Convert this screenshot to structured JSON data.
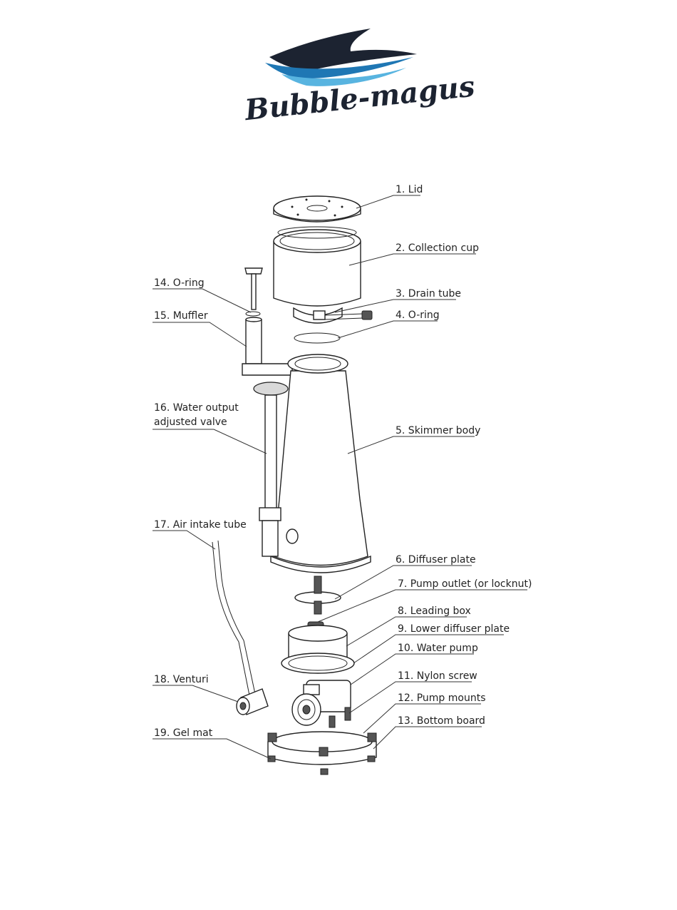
{
  "brand": {
    "name": "Bubble-magus",
    "colors": {
      "dark": "#1c2331",
      "blue": "#1f77b4",
      "light_blue": "#58b4e0"
    }
  },
  "parts": [
    {
      "id": "lid",
      "label": "1. Lid"
    },
    {
      "id": "collection-cup",
      "label": "2. Collection cup"
    },
    {
      "id": "drain-tube",
      "label": "3. Drain tube"
    },
    {
      "id": "o-ring-4",
      "label": "4. O-ring"
    },
    {
      "id": "skimmer-body",
      "label": "5. Skimmer body"
    },
    {
      "id": "diffuser-plate",
      "label": "6. Diffuser plate"
    },
    {
      "id": "pump-outlet",
      "label": "7. Pump outlet (or locknut)"
    },
    {
      "id": "leading-box",
      "label": "8. Leading box"
    },
    {
      "id": "lower-diffuser-plate",
      "label": "9. Lower diffuser plate"
    },
    {
      "id": "water-pump",
      "label": "10. Water pump"
    },
    {
      "id": "nylon-screw",
      "label": "11. Nylon screw"
    },
    {
      "id": "pump-mounts",
      "label": "12. Pump mounts"
    },
    {
      "id": "bottom-board",
      "label": "13. Bottom board"
    },
    {
      "id": "o-ring-14",
      "label": "14. O-ring"
    },
    {
      "id": "muffler",
      "label": "15. Muffler"
    },
    {
      "id": "water-output-valve",
      "label_line1": "16. Water output",
      "label_line2": "adjusted valve"
    },
    {
      "id": "air-intake-tube",
      "label": "17. Air intake tube"
    },
    {
      "id": "venturi",
      "label": "18. Venturi"
    },
    {
      "id": "gel-mat",
      "label": "19. Gel mat"
    }
  ]
}
